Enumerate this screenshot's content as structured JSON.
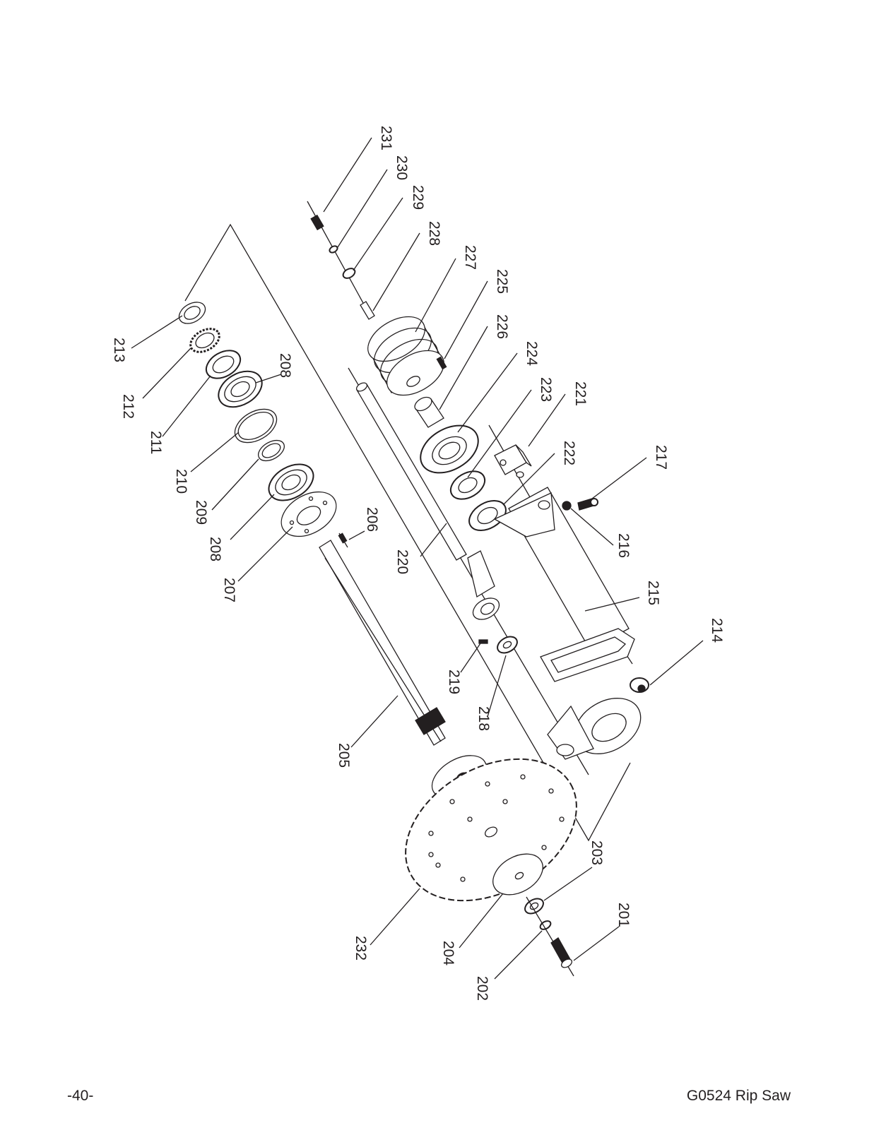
{
  "page": {
    "page_number": "-40-",
    "document_title": "G0524 Rip Saw"
  },
  "diagram": {
    "labels": {
      "p201": "201",
      "p202": "202",
      "p203": "203",
      "p204": "204",
      "p205": "205",
      "p206": "206",
      "p207": "207",
      "p208a": "208",
      "p208b": "208",
      "p209": "209",
      "p210": "210",
      "p211": "211",
      "p212": "212",
      "p213": "213",
      "p214": "214",
      "p215": "215",
      "p216": "216",
      "p217": "217",
      "p218": "218",
      "p219": "219",
      "p220": "220",
      "p221": "221",
      "p222": "222",
      "p223": "223",
      "p224": "224",
      "p225": "225",
      "p226": "226",
      "p227": "227",
      "p228": "228",
      "p229": "229",
      "p230": "230",
      "p231": "231",
      "p232": "232"
    }
  }
}
